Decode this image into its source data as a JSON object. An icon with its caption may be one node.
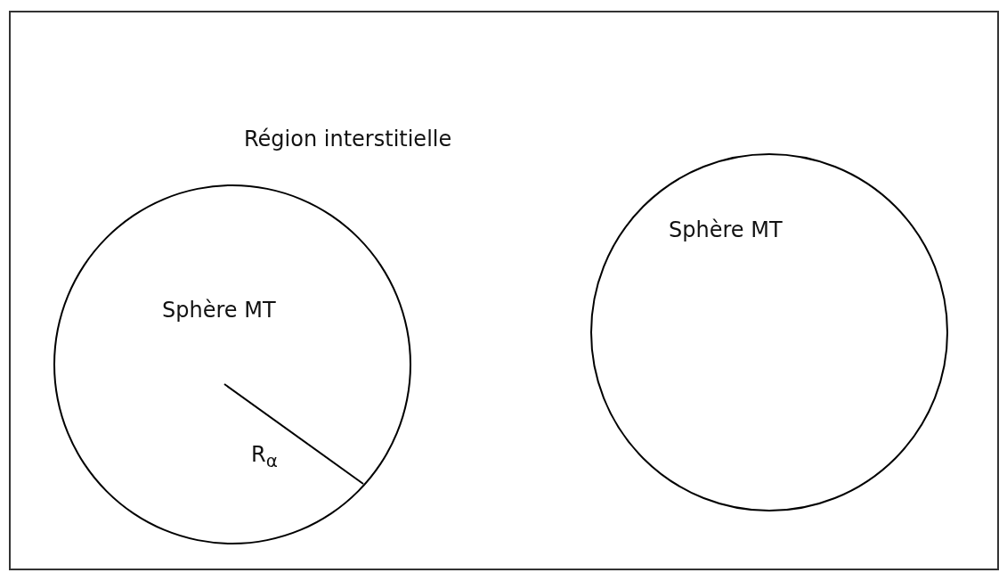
{
  "diagram": {
    "nodes": [
      {
        "text": [
          "Région interstitielle"
        ]
      },
      {
        "text": [
          "Sphère MT"
        ],
        "in": 0
      },
      {
        "text": [
          "Sphère MT"
        ],
        "in": 0
      }
    ],
    "labels": [
      "R$_{α}$"
    ]
  }
}
